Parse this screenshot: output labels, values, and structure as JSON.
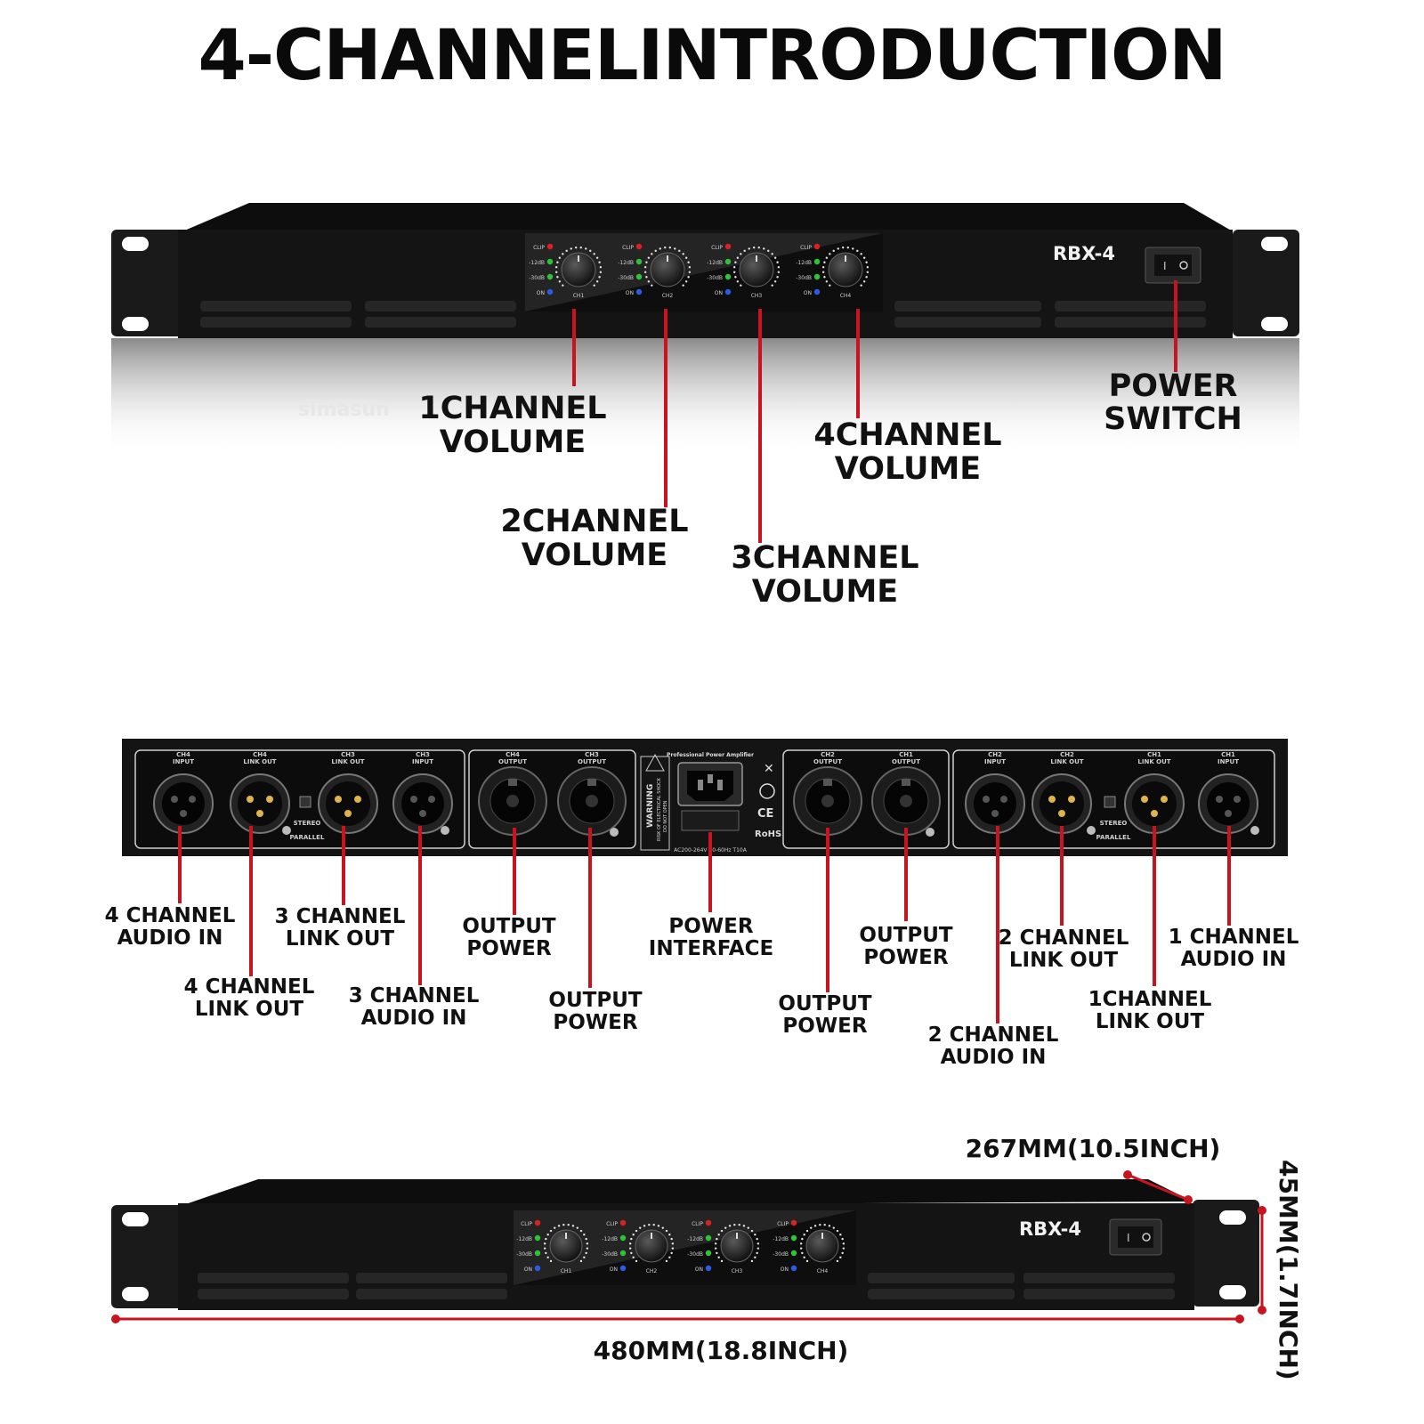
{
  "title": "4-CHANNELINTRODUCTION",
  "front_panel": {
    "model": "RBX-4",
    "reflection_logo": "simasun",
    "channels": [
      "CH1",
      "CH2",
      "CH3",
      "CH4"
    ],
    "led_labels": [
      "CLIP",
      "-12dB",
      "-30dB",
      "ON"
    ],
    "callouts": {
      "ch1_volume": [
        "1CHANNEL",
        "VOLUME"
      ],
      "ch2_volume": [
        "2CHANNEL",
        "VOLUME"
      ],
      "ch3_volume": [
        "3CHANNEL",
        "VOLUME"
      ],
      "ch4_volume": [
        "4CHANNEL",
        "VOLUME"
      ],
      "power_switch": [
        "POWER",
        "SWITCH"
      ]
    }
  },
  "rear_panel": {
    "jack_labels": {
      "ch4_input": [
        "CH4",
        "INPUT"
      ],
      "ch4_link_out": [
        "CH4",
        "LINK OUT"
      ],
      "ch3_link_out": [
        "CH3",
        "LINK OUT"
      ],
      "ch3_input": [
        "CH3",
        "INPUT"
      ],
      "ch4_output": [
        "CH4",
        "OUTPUT"
      ],
      "ch3_output": [
        "CH3",
        "OUTPUT"
      ],
      "ch2_output": [
        "CH2",
        "OUTPUT"
      ],
      "ch1_output": [
        "CH1",
        "OUTPUT"
      ],
      "ch2_input": [
        "CH2",
        "INPUT"
      ],
      "ch2_link_out": [
        "CH2",
        "LINK OUT"
      ],
      "ch1_link_out": [
        "CH1",
        "LINK OUT"
      ],
      "ch1_input": [
        "CH1",
        "INPUT"
      ]
    },
    "mode_switch": [
      "STEREO",
      "PARALLEL"
    ],
    "warning": [
      "WARNING",
      "RISK OF ELECTRICAL SHOCK",
      "DO NOT OPEN"
    ],
    "power_header": "Professional Power Amplifier",
    "power_rating": "AC200-264V 50-60Hz T10A",
    "cert_marks": [
      "CE",
      "RoHS"
    ],
    "callouts": {
      "ch4_audio_in": [
        "4 CHANNEL",
        "AUDIO IN"
      ],
      "ch4_link_out": [
        "4 CHANNEL",
        "LINK OUT"
      ],
      "ch3_link_out": [
        "3 CHANNEL",
        "LINK OUT"
      ],
      "ch3_audio_in": [
        "3 CHANNEL",
        "AUDIO IN"
      ],
      "output_power_1": [
        "OUTPUT",
        "POWER"
      ],
      "output_power_2": [
        "OUTPUT",
        "POWER"
      ],
      "power_interface": [
        "POWER",
        "INTERFACE"
      ],
      "output_power_3": [
        "OUTPUT",
        "POWER"
      ],
      "output_power_4": [
        "OUTPUT",
        "POWER"
      ],
      "ch2_link_out": [
        "2 CHANNEL",
        "LINK OUT"
      ],
      "ch2_audio_in": [
        "2 CHANNEL",
        "AUDIO IN"
      ],
      "ch1_link_out": [
        "1CHANNEL",
        "LINK OUT"
      ],
      "ch1_audio_in": [
        "1 CHANNEL",
        "AUDIO IN"
      ]
    }
  },
  "dimensions": {
    "model": "RBX-4",
    "depth": "267MM(10.5INCH)",
    "height": "45MM(1.7INCH)",
    "width": "480MM(18.8INCH)"
  },
  "colors": {
    "accent_red": "#c8141e",
    "chassis": "#151515",
    "led_clip": "#e02020",
    "led_level": "#2ec43a",
    "led_on": "#2a5ce8"
  }
}
